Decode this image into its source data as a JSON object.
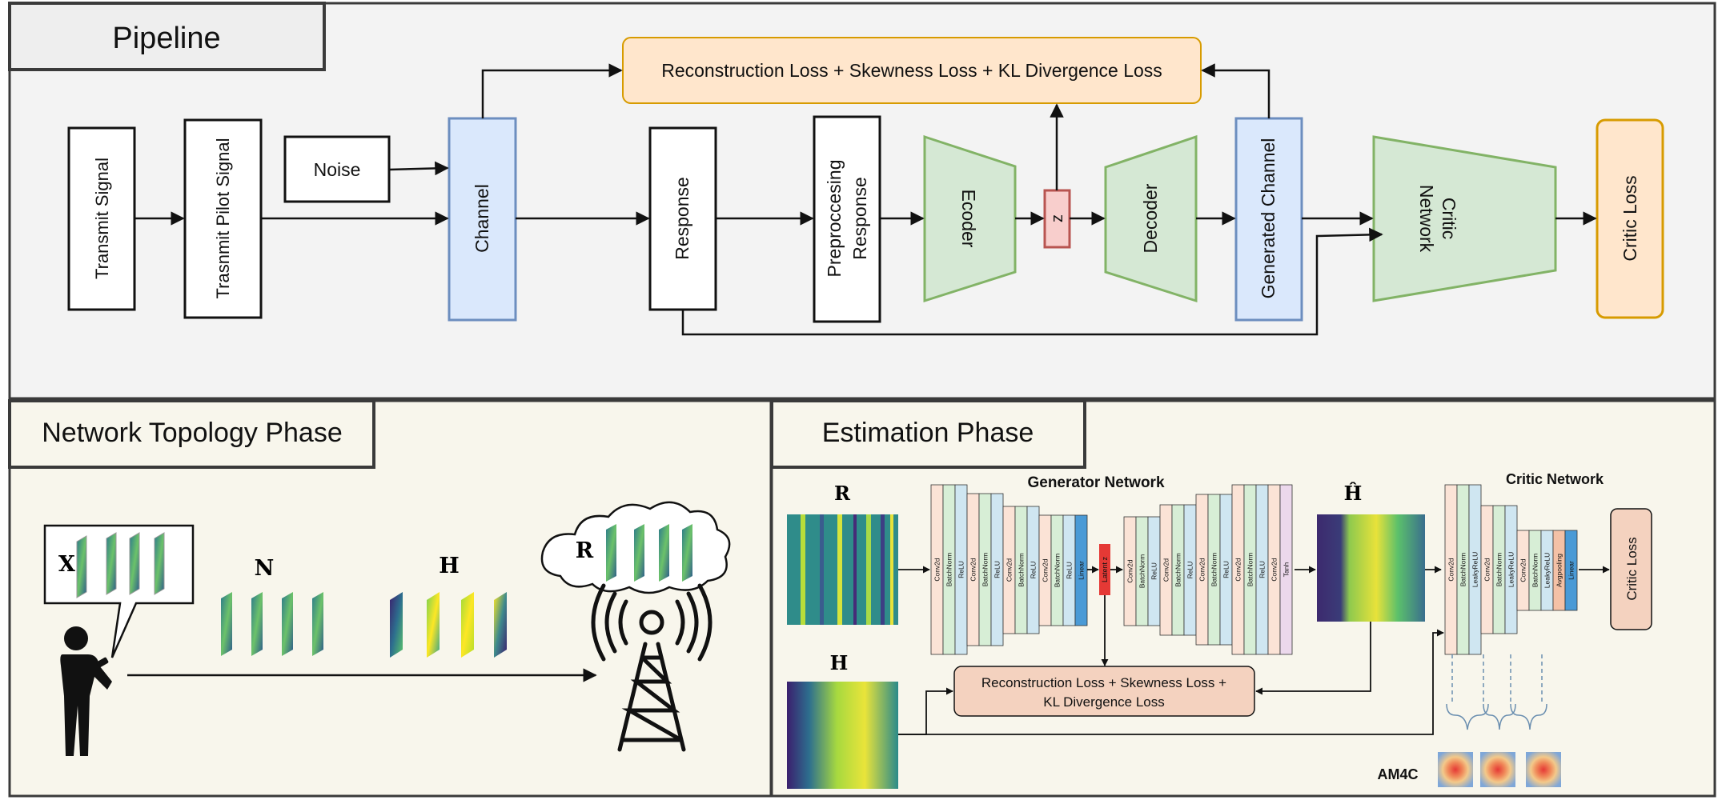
{
  "colors": {
    "frame": "#3a3a3a",
    "pipeline_bg": "#f3f3f3",
    "phase_bg": "#f8f6ec",
    "blue_fill": "#dae8fc",
    "blue_stroke": "#6c8ebf",
    "green_fill": "#d5e8d4",
    "green_stroke": "#82b366",
    "orange_fill": "#ffe6cc",
    "orange_stroke": "#d79b00",
    "red_fill": "#f8cecc",
    "red_stroke": "#b85450",
    "salmon_fill": "#f4d2bf"
  },
  "pipeline": {
    "title": "Pipeline",
    "loss_box": "Reconstruction Loss + Skewness Loss + KL Divergence Loss",
    "transmit_signal": "Transmit Signal",
    "pilot_signal": "Trasnmit Pilot Signal",
    "noise": "Noise",
    "channel": "Channel",
    "response": "Response",
    "preprocessing_line1": "Preproccesing",
    "preprocessing_line2": "Response",
    "encoder": "Ecoder",
    "z": "z",
    "decoder": "Decoder",
    "generated_channel": "Generated Channel",
    "critic_line1": "Critic",
    "critic_line2": "Network",
    "critic_loss": "Critic Loss"
  },
  "topology": {
    "title": "Network Topology Phase",
    "x_label": "X",
    "n_label": "N",
    "h_label": "H",
    "r_label": "R"
  },
  "estimation": {
    "title": "Estimation Phase",
    "r_label": "R",
    "h_label": "H",
    "h_hat_label": "Ĥ",
    "generator_title": "Generator Network",
    "critic_title": "Critic Network",
    "critic_loss": "Critic Loss",
    "loss_line1": "Reconstruction Loss  + Skewness Loss +",
    "loss_line2": "KL Divergence Loss",
    "am4c": "AM4C",
    "latent": "Latent z",
    "gen_layers": [
      "Conv2d",
      "BatchNorm",
      "ReLU",
      "Conv2d",
      "BatchNorm",
      "ReLU",
      "Conv2d",
      "BatchNorm",
      "ReLU",
      "Conv2d",
      "BatchNorm",
      "ReLU",
      "Linear"
    ],
    "dec_layers": [
      "Conv2d",
      "BatchNorm",
      "ReLU",
      "Conv2d",
      "BatchNorm",
      "ReLU",
      "Conv2d",
      "BatchNorm",
      "ReLU",
      "Conv2d",
      "BatchNorm",
      "ReLU",
      "Conv2d",
      "Tanh"
    ],
    "critic_layers": [
      "Conv2d",
      "BatchNorm",
      "LeakyReLU",
      "Conv2d",
      "BatchNorm",
      "LeakyReLU",
      "Conv2d",
      "BatchNorm",
      "LeakyReLU",
      "Avgpooling",
      "Linear"
    ]
  }
}
